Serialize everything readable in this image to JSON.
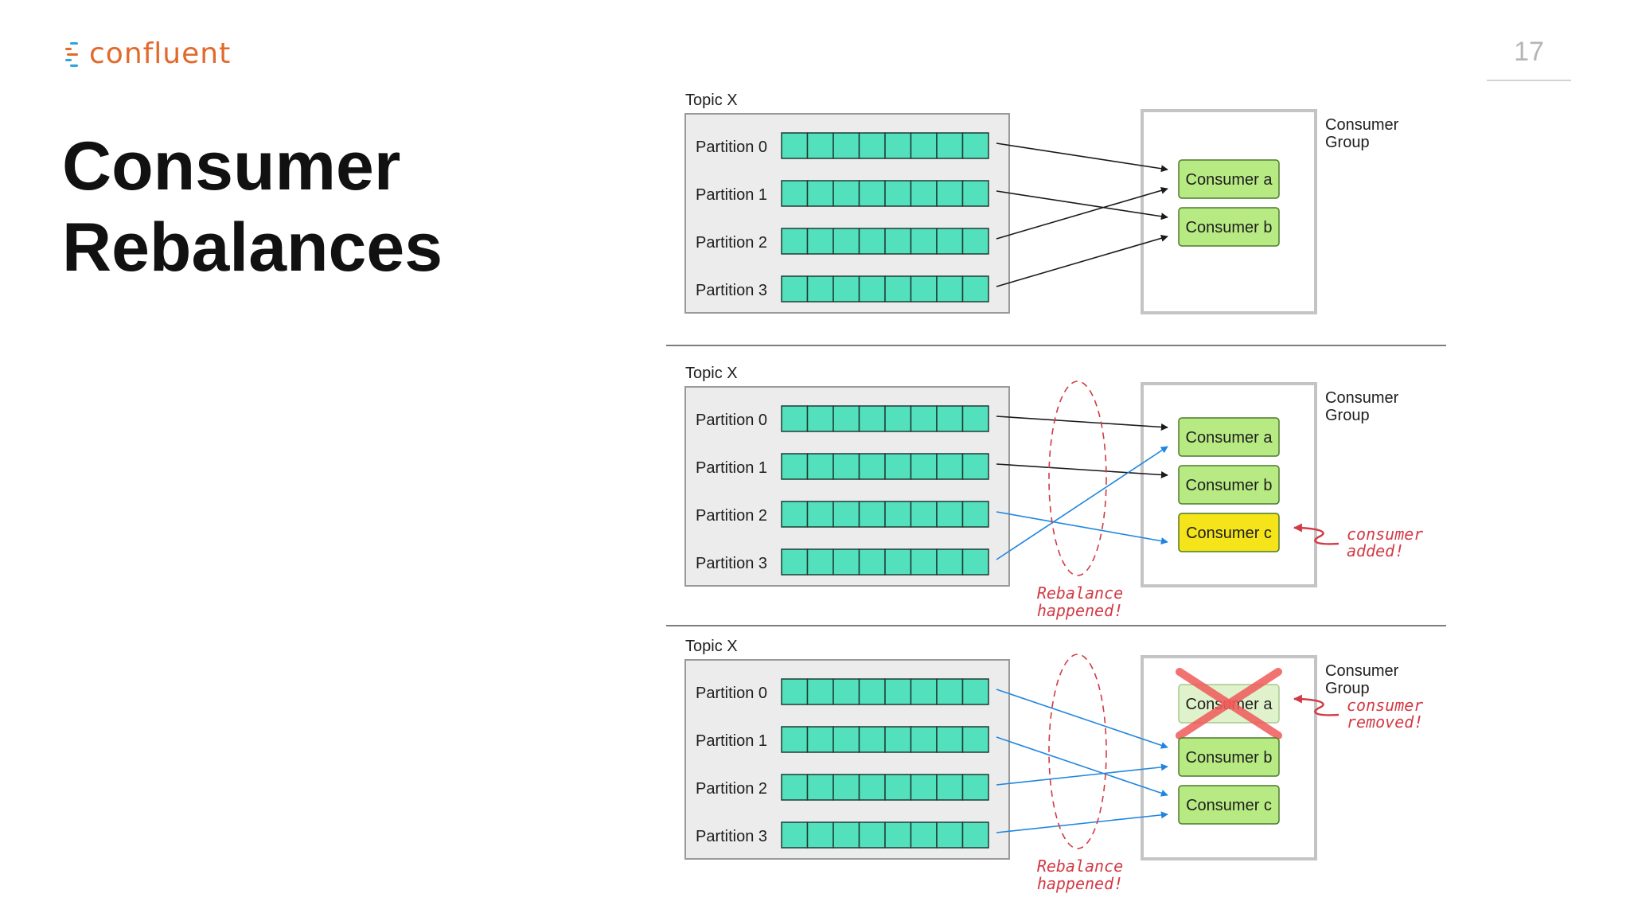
{
  "logo": {
    "text": "confluent",
    "colors": {
      "text": "#e3692b",
      "accent_blue": "#2aa6dd",
      "accent_orange": "#e3692b"
    }
  },
  "page_number": "17",
  "title": {
    "line1": "Consumer",
    "line2": "Rebalances"
  },
  "colors": {
    "partition_cell": "#52e0bd",
    "consumer_fill": "#b7ea82",
    "consumer_new_fill": "#f5e41a",
    "arrow_default": "#1a1a1a",
    "arrow_rebalanced": "#1f86e0",
    "annotation_red": "#d23a45",
    "cross_red": "#f05a5a",
    "topic_box_fill": "#ececec"
  },
  "panels": [
    {
      "topic_label": "Topic X",
      "group_label_line1": "Consumer",
      "group_label_line2": "Group",
      "partitions": [
        "Partition 0",
        "Partition 1",
        "Partition 2",
        "Partition 3"
      ],
      "consumers": [
        {
          "label": "Consumer a",
          "state": "normal"
        },
        {
          "label": "Consumer b",
          "state": "normal"
        }
      ],
      "assignments": [
        {
          "partition": 0,
          "consumer": 0,
          "rebalanced": false
        },
        {
          "partition": 1,
          "consumer": 1,
          "rebalanced": false
        },
        {
          "partition": 2,
          "consumer": 0,
          "rebalanced": false
        },
        {
          "partition": 3,
          "consumer": 1,
          "rebalanced": false
        }
      ],
      "rebalance_note": null,
      "consumer_note": null
    },
    {
      "topic_label": "Topic X",
      "group_label_line1": "Consumer",
      "group_label_line2": "Group",
      "partitions": [
        "Partition 0",
        "Partition 1",
        "Partition 2",
        "Partition 3"
      ],
      "consumers": [
        {
          "label": "Consumer a",
          "state": "normal"
        },
        {
          "label": "Consumer b",
          "state": "normal"
        },
        {
          "label": "Consumer c",
          "state": "added"
        }
      ],
      "assignments": [
        {
          "partition": 0,
          "consumer": 0,
          "rebalanced": false
        },
        {
          "partition": 1,
          "consumer": 1,
          "rebalanced": false
        },
        {
          "partition": 2,
          "consumer": 2,
          "rebalanced": true
        },
        {
          "partition": 3,
          "consumer": 0,
          "rebalanced": true
        }
      ],
      "rebalance_note": {
        "line1": "Rebalance",
        "line2": "happened!"
      },
      "consumer_note": {
        "line1": "consumer",
        "line2": "added!",
        "target": 2
      }
    },
    {
      "topic_label": "Topic X",
      "group_label_line1": "Consumer",
      "group_label_line2": "Group",
      "partitions": [
        "Partition 0",
        "Partition 1",
        "Partition 2",
        "Partition 3"
      ],
      "consumers": [
        {
          "label": "Consumer a",
          "state": "removed"
        },
        {
          "label": "Consumer b",
          "state": "normal"
        },
        {
          "label": "Consumer c",
          "state": "normal"
        }
      ],
      "assignments": [
        {
          "partition": 0,
          "consumer": 1,
          "rebalanced": true
        },
        {
          "partition": 1,
          "consumer": 2,
          "rebalanced": true
        },
        {
          "partition": 2,
          "consumer": 1,
          "rebalanced": true
        },
        {
          "partition": 3,
          "consumer": 2,
          "rebalanced": true
        }
      ],
      "rebalance_note": {
        "line1": "Rebalance",
        "line2": "happened!"
      },
      "consumer_note": {
        "line1": "consumer",
        "line2": "removed!",
        "target": 0
      }
    }
  ]
}
